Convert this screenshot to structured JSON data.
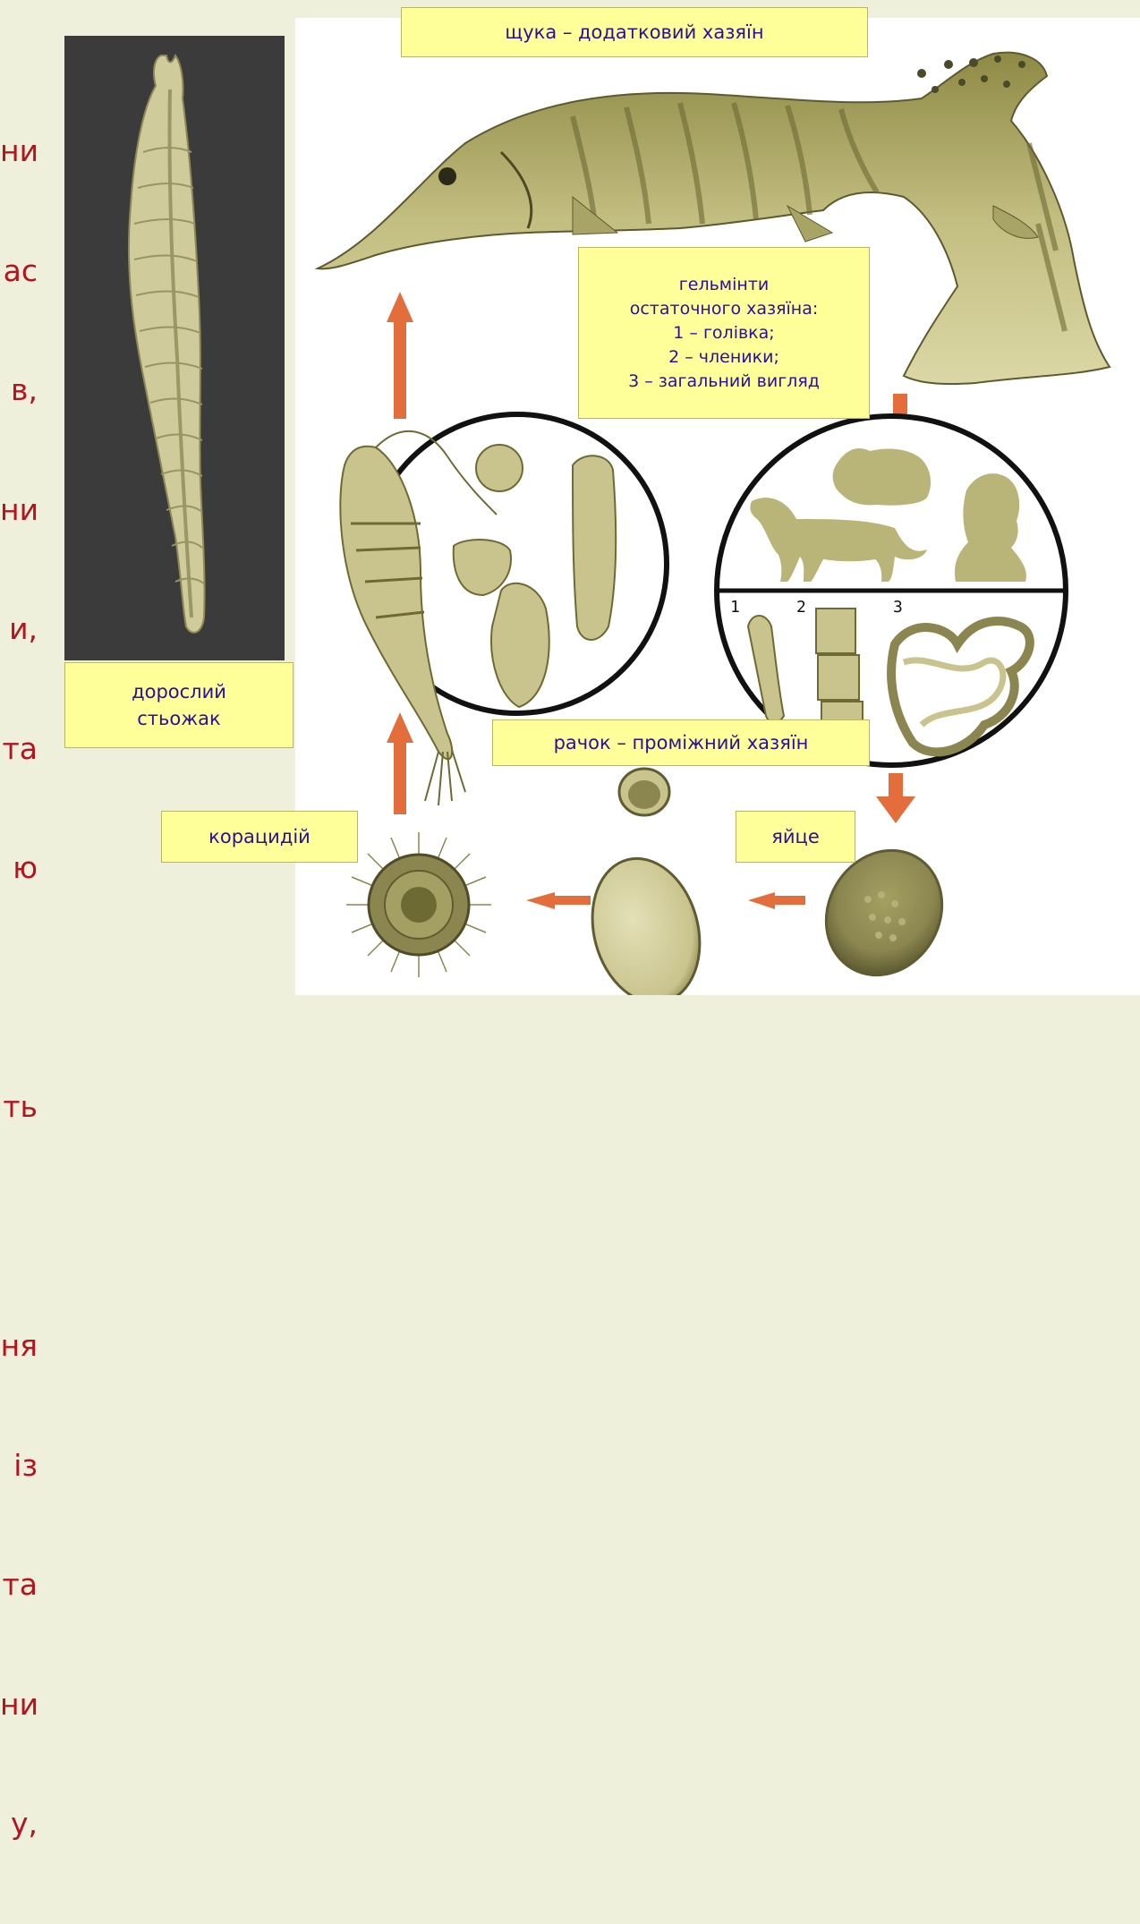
{
  "labels": {
    "pike": "щука – додатковий хазяїн",
    "helminths_title": "гельмінти",
    "helminths_line2": "остаточного хазяїна:",
    "helminths_line3": "1 – голівка;",
    "helminths_line4": "2 – членики;",
    "helminths_line5": "3 – загальний вигляд",
    "adult_line1": "дорослий",
    "adult_line2": "стьожак",
    "crustacean": "рачок – проміжний хазяїн",
    "egg": "яйце",
    "coracidium": "корацидій"
  },
  "left_text_fragments": [
    "ни",
    "ас",
    "в,",
    "ни",
    "и,",
    "та",
    "ю",
    "",
    "ть",
    "",
    "ня",
    "із",
    "та",
    "ни",
    "у,"
  ],
  "inset_numbers": [
    "1",
    "2",
    "3"
  ],
  "colors": {
    "label_bg": "#ffff99",
    "label_text": "#2b0f9e",
    "side_text": "#b4141e",
    "arrow": "#e36e3c",
    "specimen": "#b9b477"
  }
}
